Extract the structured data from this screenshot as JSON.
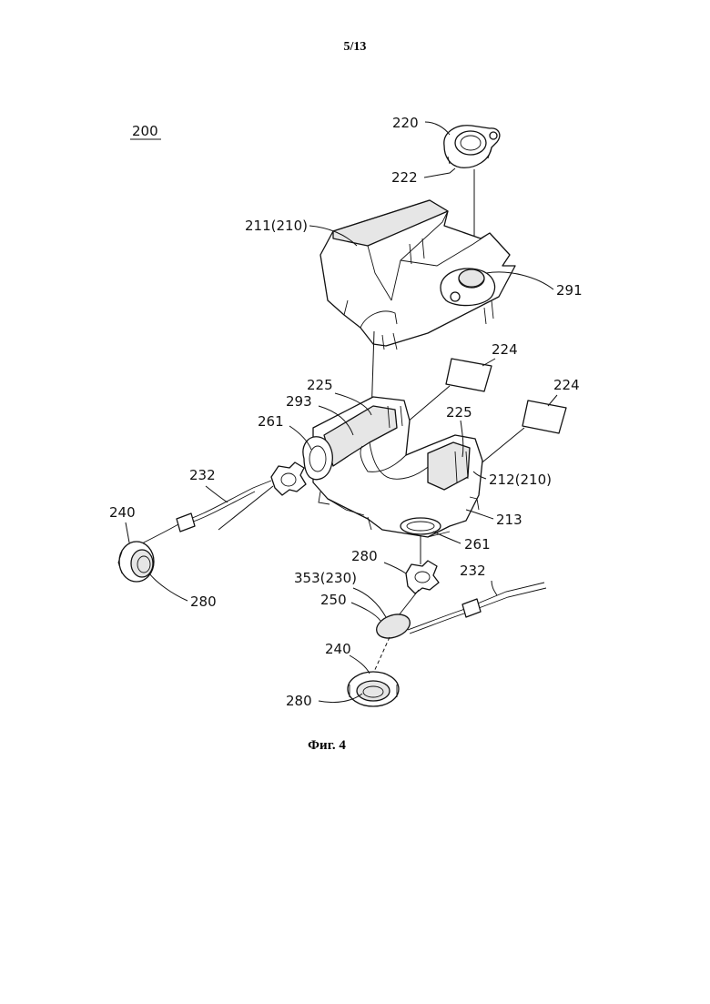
{
  "page_number": "5/13",
  "figure_caption": "Фиг. 4",
  "labels": {
    "l200": "200",
    "l220": "220",
    "l222": "222",
    "l211": "211(210)",
    "l291": "291",
    "l224a": "224",
    "l224b": "224",
    "l225a": "225",
    "l293": "293",
    "l225b": "225",
    "l261a": "261",
    "l212": "212(210)",
    "l232a": "232",
    "l213": "213",
    "l240a": "240",
    "l261b": "261",
    "l280a": "280",
    "l280b": "280",
    "l353": "353(230)",
    "l232b": "232",
    "l250": "250",
    "l240b": "240",
    "l280c": "280"
  }
}
